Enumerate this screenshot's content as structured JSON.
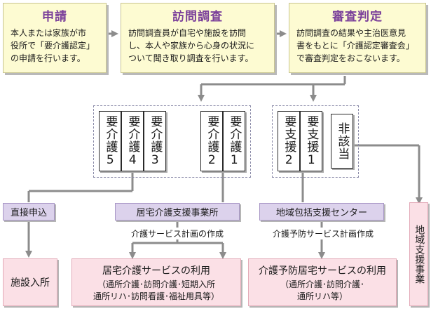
{
  "steps": [
    {
      "title": "申請",
      "desc": [
        "本人または家族が市",
        "役所で「要介護認定」",
        "の申請を行います。"
      ]
    },
    {
      "title": "訪問調査",
      "desc": [
        "訪問調査員が自宅や施設を訪問",
        "し、本人や家族から心身の状況に",
        "ついて聞き取り調査を行います。"
      ]
    },
    {
      "title": "審査判定",
      "desc": [
        "訪問調査の結果や主治医意見",
        "書をもとに「介護認定審査会」",
        "で審査判定をおこないます。"
      ]
    }
  ],
  "levels": {
    "kaigo_high": [
      "要介護5",
      "要介護4",
      "要介護3"
    ],
    "kaigo_low": [
      "要介護2",
      "要介護1"
    ],
    "shien": [
      "要支援2",
      "要支援1"
    ],
    "higaitou": "非該当"
  },
  "orgs": {
    "direct": "直接申込",
    "care_office": "居宅介護支援事業所",
    "center": "地域包括支援センター",
    "chiiki": "地域支援事業"
  },
  "plans": {
    "care": "介護サービス計画の作成",
    "prevent": "介護予防サービス計画作成"
  },
  "services": {
    "facility": {
      "name": "施設入所"
    },
    "home": {
      "name": "居宅介護サービスの利用",
      "sub": [
        "（通所介護･訪問介護･短期入所",
        "通所リハ･訪問看護･福祉用具等）"
      ]
    },
    "prevent": {
      "name": "介護予防居宅サービスの利用",
      "sub": [
        "（通所介護･訪問介護･",
        "通所リハ等）"
      ]
    }
  },
  "colors": {
    "step_bg": "#fdfbd2",
    "step_title": "#7a3f9a",
    "org_bg": "#dcd2ec",
    "svc_bg": "#fbe0e6",
    "arrow": "#8c8c8c"
  }
}
